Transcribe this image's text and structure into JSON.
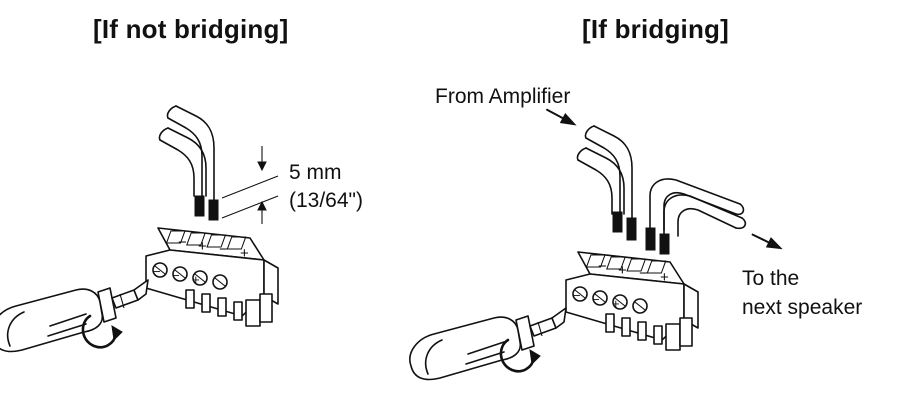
{
  "left_panel": {
    "title": "[If not bridging]",
    "strip_length_mm": "5 mm",
    "strip_length_in": "(13/64\")"
  },
  "right_panel": {
    "title": "[If bridging]",
    "from_label": "From Amplifier",
    "to_label_line1": "To the",
    "to_label_line2": "next speaker"
  },
  "terminal_marks": [
    "−",
    "+",
    "−",
    "+"
  ],
  "icons": [
    "screwdriver-icon",
    "rotate-arrow-icon",
    "terminal-block-icon",
    "wire-icon",
    "arrow-icon"
  ]
}
